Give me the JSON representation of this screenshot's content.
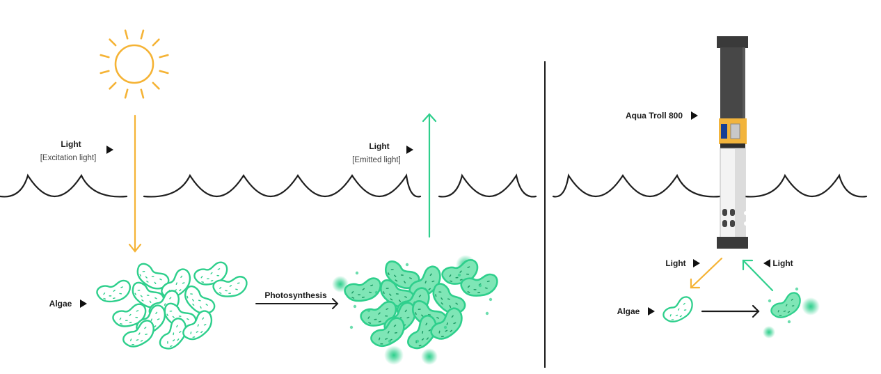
{
  "left_panel": {
    "excitation": {
      "title": "Light",
      "subtitle": "[Excitation light]"
    },
    "emitted": {
      "title": "Light",
      "subtitle": "[Emitted light]"
    },
    "algae_label": "Algae",
    "process_label": "Photosynthesis"
  },
  "right_panel": {
    "sensor_label": "Aqua Troll 800",
    "light_out_label": "Light",
    "light_in_label": "Light",
    "algae_label": "Algae"
  },
  "colors": {
    "excitation": "#f5b335",
    "emission": "#2ecf8c",
    "algae_fill": "#7fe6b6",
    "sensor_dark": "#3d3d3d",
    "sensor_band": "#f2b43c",
    "sensor_blue": "#173f95"
  }
}
